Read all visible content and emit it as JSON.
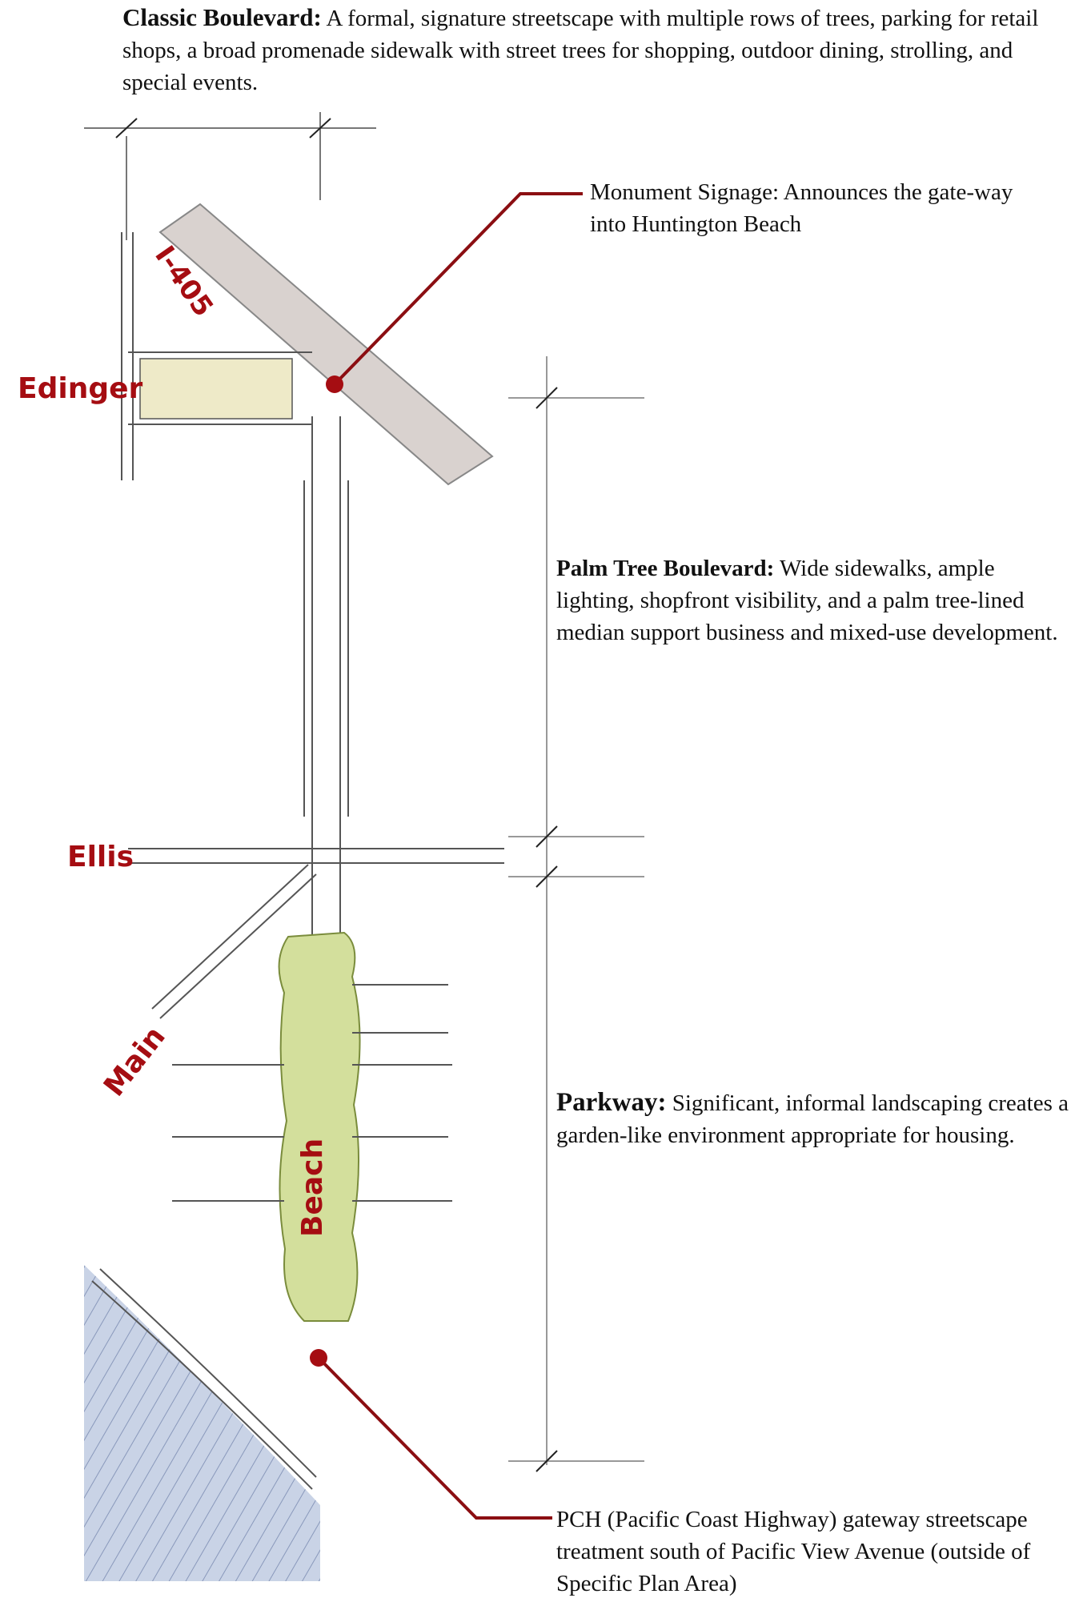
{
  "intro": {
    "lead": "Classic Boulevard:",
    "text": " A formal, signature streetscape with multiple rows of trees, parking for retail shops, a broad promenade sidewalk with street trees for shopping, outdoor dining, strolling, and special events."
  },
  "callouts": {
    "monument": {
      "text": "Monument Signage: Announces the gate-way into Huntington Beach"
    },
    "palm": {
      "lead": "Palm Tree Boulevard:",
      "text": " Wide sidewalks, ample lighting, shopfront visibility, and a palm tree-lined median support business and mixed-use development."
    },
    "parkway": {
      "lead": "Parkway:",
      "text": " Significant, informal landscaping creates a garden-like environment appropriate for housing."
    },
    "pch": {
      "text": "PCH (Pacific Coast Highway) gateway streetscape treatment south of Pacific View Avenue (outside of Specific Plan Area)"
    }
  },
  "streets": {
    "i405": "I-405",
    "edinger": "Edinger",
    "ellis": "Ellis",
    "main": "Main",
    "beach": "Beach"
  },
  "colors": {
    "leader": "#8b0e12",
    "label": "#a50d12",
    "freeway": "#d9d2cf",
    "landscape": "#d3df9c",
    "ocean": "#c9d3e6"
  }
}
